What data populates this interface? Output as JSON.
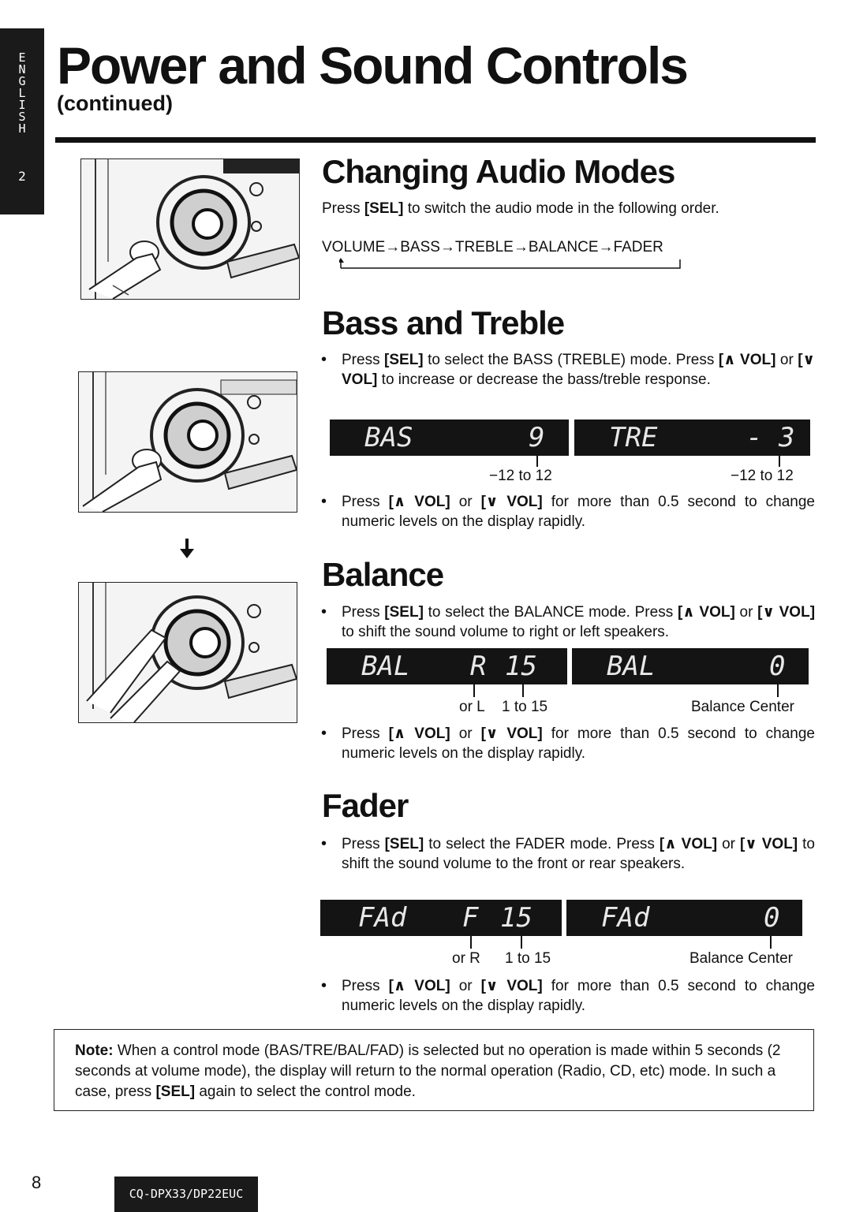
{
  "side_tab": {
    "letters": [
      "E",
      "N",
      "G",
      "L",
      "I",
      "S",
      "H"
    ],
    "number": "2"
  },
  "header": {
    "title": "Power and Sound Controls",
    "subtitle": "(continued)"
  },
  "sections": {
    "audio_modes": {
      "heading": "Changing Audio Modes",
      "intro_prefix": "Press ",
      "intro_key": "[SEL]",
      "intro_suffix": " to switch the audio mode in the following order.",
      "sequence": "VOLUME→BASS→TREBLE→BALANCE→FADER"
    },
    "bass_treble": {
      "heading": "Bass and Treble",
      "bullet1_a": "Press ",
      "bullet1_key1": "[SEL]",
      "bullet1_b": " to select the BASS (TREBLE) mode. Press ",
      "bullet1_key2": "[∧ VOL]",
      "bullet1_c": " or ",
      "bullet1_key3": "[∨ VOL]",
      "bullet1_d": " to increase or decrease the bass/treble response.",
      "display_left": {
        "label": "BAS",
        "value": "9"
      },
      "display_right": {
        "label": "TRE",
        "value": "- 3"
      },
      "caption_left": "−12 to 12",
      "caption_right": "−12 to 12",
      "bullet2_a": "Press ",
      "bullet2_key1": "[∧ VOL]",
      "bullet2_b": " or ",
      "bullet2_key2": "[∨ VOL]",
      "bullet2_c": " for more than 0.5 second to change numeric levels on the display rapidly."
    },
    "balance": {
      "heading": "Balance",
      "bullet1_a": "Press ",
      "bullet1_key1": "[SEL]",
      "bullet1_b": " to select the BALANCE mode. Press ",
      "bullet1_key2": "[∧ VOL]",
      "bullet1_c": " or ",
      "bullet1_key3": "[∨ VOL]",
      "bullet1_d": " to shift the sound volume to right or left speakers.",
      "display_left": {
        "label": "BAL",
        "side": "R",
        "value": "15"
      },
      "display_right": {
        "label": "BAL",
        "value": "0"
      },
      "caption_orl": "or L",
      "caption_range": "1 to 15",
      "caption_center": "Balance Center",
      "bullet2_a": "Press ",
      "bullet2_key1": "[∧ VOL]",
      "bullet2_b": " or ",
      "bullet2_key2": "[∨ VOL]",
      "bullet2_c": " for more than 0.5 second to change numeric levels on the display rapidly."
    },
    "fader": {
      "heading": "Fader",
      "bullet1_a": "Press ",
      "bullet1_key1": "[SEL]",
      "bullet1_b": " to select the FADER mode. Press ",
      "bullet1_key2": "[∧ VOL]",
      "bullet1_c": " or ",
      "bullet1_key3": "[∨ VOL]",
      "bullet1_d": " to shift the sound volume to the front or rear speakers.",
      "display_left": {
        "label": "FAd",
        "side": "F",
        "value": "15"
      },
      "display_right": {
        "label": "FAd",
        "value": "0"
      },
      "caption_orr": "or R",
      "caption_range": "1 to 15",
      "caption_center": "Balance Center",
      "bullet2_a": "Press ",
      "bullet2_key1": "[∧ VOL]",
      "bullet2_b": " or ",
      "bullet2_key2": "[∨ VOL]",
      "bullet2_c": " for more than 0.5 second to change numeric levels on the display rapidly."
    }
  },
  "note": {
    "label": "Note:",
    "text_a": " When a control mode (BAS/TRE/BAL/FAD) is selected but no operation is made within 5 seconds (2 seconds at volume mode), the display will return to the normal operation (Radio, CD, etc) mode. In such a case, press ",
    "key": "[SEL]",
    "text_b": " again to select the control mode."
  },
  "footer": {
    "page_number": "8",
    "model": "CQ-DPX33/DP22EUC"
  }
}
